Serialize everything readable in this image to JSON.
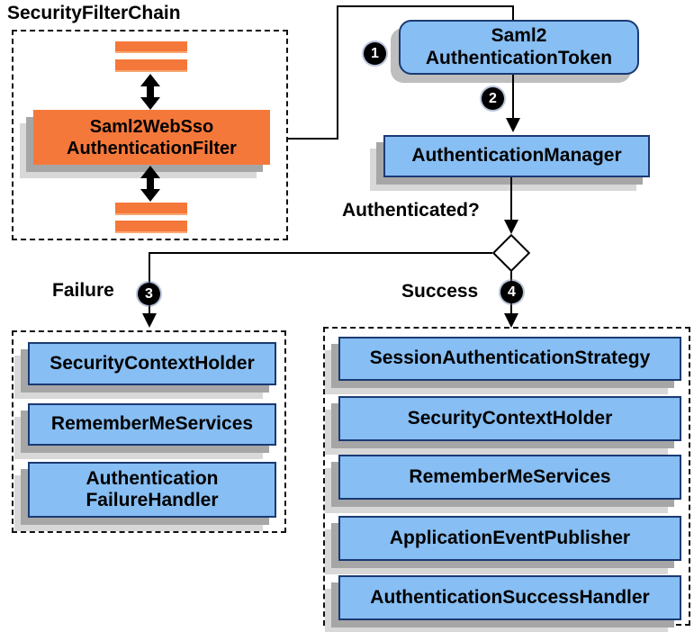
{
  "title": "SecurityFilterChain",
  "steps": [
    "1",
    "2",
    "3",
    "4"
  ],
  "filter": {
    "line1": "Saml2WebSso",
    "line2": "AuthenticationFilter"
  },
  "token": {
    "line1": "Saml2",
    "line2": "AuthenticationToken"
  },
  "manager_label": "AuthenticationManager",
  "decision_label": "Authenticated?",
  "failure": {
    "label": "Failure",
    "boxes": [
      "SecurityContextHolder",
      "RememberMeServices"
    ],
    "handler": {
      "line1": "Authentication",
      "line2": "FailureHandler"
    }
  },
  "success": {
    "label": "Success",
    "boxes": [
      "SessionAuthenticationStrategy",
      "SecurityContextHolder",
      "RememberMeServices",
      "ApplicationEventPublisher",
      "AuthenticationSuccessHandler"
    ]
  },
  "colors": {
    "orange": "#F5783B",
    "blue": "#87BEF3",
    "box_border": "#1B3A73",
    "shadow_dark": "#A6A6A6",
    "shadow_light": "#D8D8D8",
    "line": "#000000",
    "badge_bg": "#000000",
    "badge_text": "#FFFFFF"
  }
}
